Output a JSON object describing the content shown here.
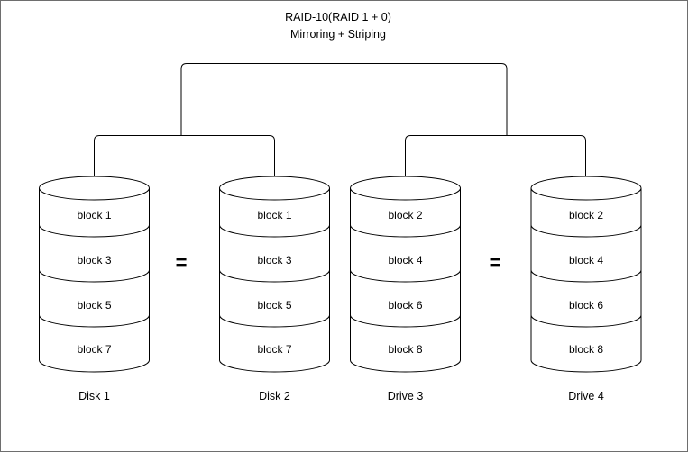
{
  "title": {
    "line1": "RAID-10(RAID 1 + 0)",
    "line2": "Mirroring + Striping"
  },
  "disks": [
    {
      "label": "Disk 1",
      "blocks": [
        "block 1",
        "block 3",
        "block 5",
        "block 7"
      ]
    },
    {
      "label": "Disk 2",
      "blocks": [
        "block 1",
        "block 3",
        "block 5",
        "block 7"
      ]
    },
    {
      "label": "Drive 3",
      "blocks": [
        "block 2",
        "block 4",
        "block 6",
        "block 8"
      ]
    },
    {
      "label": "Drive 4",
      "blocks": [
        "block 2",
        "block 4",
        "block 6",
        "block 8"
      ]
    }
  ],
  "equals": {
    "left": "=",
    "right": "="
  },
  "colors": {
    "line": "#000000",
    "background": "#ffffff",
    "page_border": "#6e6e6e"
  }
}
